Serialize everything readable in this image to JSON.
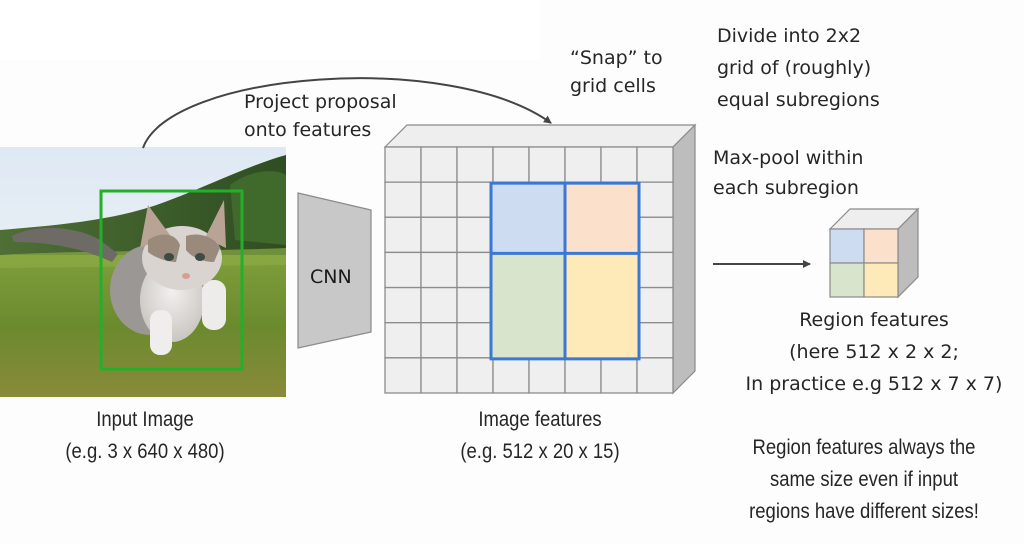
{
  "input_image": {
    "title": "Input Image",
    "shape": "(e.g. 3 x 640 x 480)",
    "subject": "kitten in grass field",
    "proposal_box_color": "#22b02a"
  },
  "cnn": {
    "label": "CNN",
    "fill": "#c8c8c8"
  },
  "projection": {
    "label_line1": "Project proposal",
    "label_line2": "onto features"
  },
  "snap": {
    "label_line1": "“Snap” to",
    "label_line2": "grid cells"
  },
  "feature_map": {
    "title": "Image features",
    "shape": "(e.g. 512 x 20 x 15)",
    "grid_cols": 8,
    "grid_rows": 7,
    "region_color": "#3a78d6",
    "subregion_colors": [
      "#cddcf0",
      "#fbe0cc",
      "#d8e4cc",
      "#fdeab8"
    ]
  },
  "divide": {
    "line1": "Divide into 2x2",
    "line2": "grid of (roughly)",
    "line3": "equal subregions"
  },
  "maxpool": {
    "line1": "Max-pool within",
    "line2": "each subregion"
  },
  "region_features": {
    "title": "Region features",
    "line2": "(here 512 x 2 x 2;",
    "line3": "In practice e.g 512 x 7 x 7)"
  },
  "note": {
    "line1": "Region features always the",
    "line2": "same size even if input",
    "line3": "regions have different sizes!"
  }
}
